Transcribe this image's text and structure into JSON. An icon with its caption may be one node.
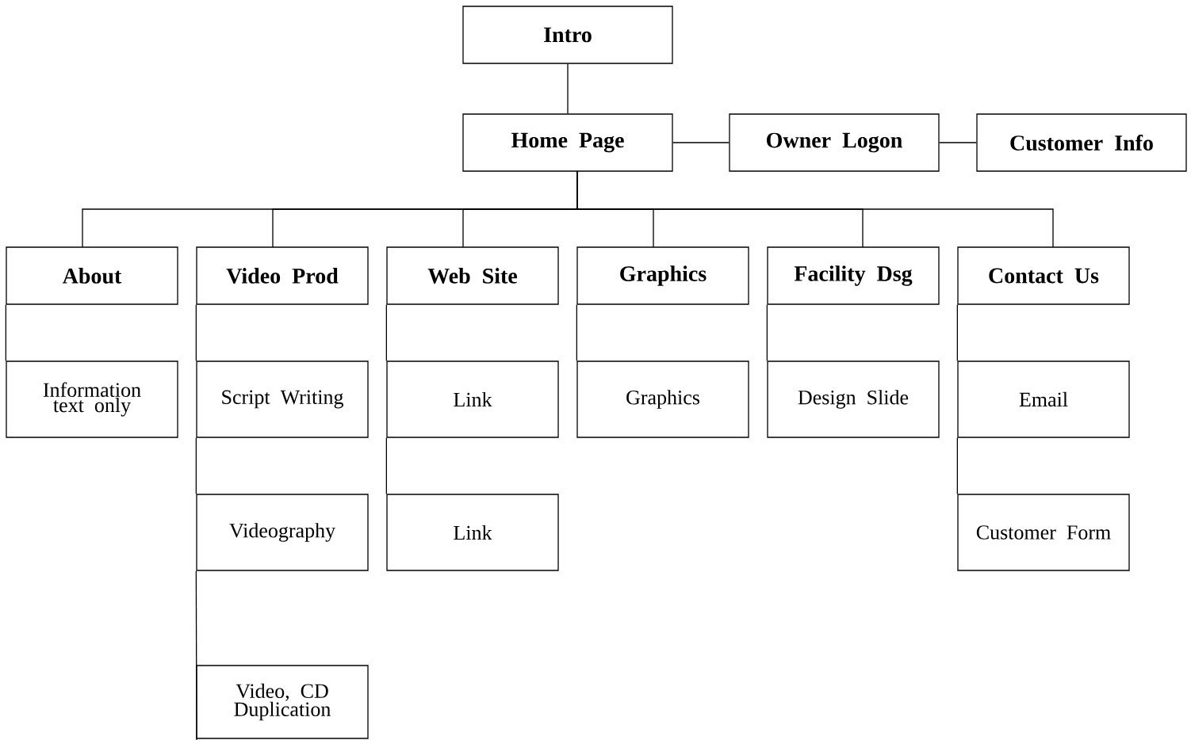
{
  "diagram": {
    "nodes": [
      {
        "text": [
          "Intro"
        ]
      },
      {
        "text": [
          "Home Page"
        ]
      },
      {
        "text": [
          "Owner Logon"
        ]
      },
      {
        "text": [
          "Customer Info"
        ]
      },
      {
        "text": [
          "About"
        ]
      },
      {
        "text": [
          "Video Prod"
        ]
      },
      {
        "text": [
          "Web Site"
        ]
      },
      {
        "text": [
          "Graphics"
        ]
      },
      {
        "text": [
          "Facility Dsg"
        ]
      },
      {
        "text": [
          "Contact Us"
        ]
      },
      {
        "text": [
          "Information text only"
        ]
      },
      {
        "text": [
          "Script Writing"
        ]
      },
      {
        "text": [
          "Link"
        ]
      },
      {
        "text": [
          "Graphics"
        ]
      },
      {
        "text": [
          "Design Slide"
        ]
      },
      {
        "text": [
          "Email"
        ]
      },
      {
        "text": [
          "Videography"
        ]
      },
      {
        "text": [
          "Link"
        ]
      },
      {
        "text": [
          "Customer Form"
        ]
      },
      {
        "text": [
          "Video, CD Duplication"
        ]
      }
    ],
    "edges": [
      {
        "from": 0,
        "to": 1,
        "arrow": "none"
      },
      {
        "from": 1,
        "to": 2,
        "arrow": "none"
      },
      {
        "from": 2,
        "to": 3,
        "arrow": "none"
      },
      {
        "from": 1,
        "to": 4,
        "arrow": "none"
      },
      {
        "from": 1,
        "to": 5,
        "arrow": "none"
      },
      {
        "from": 1,
        "to": 6,
        "arrow": "none"
      },
      {
        "from": 1,
        "to": 7,
        "arrow": "none"
      },
      {
        "from": 1,
        "to": 8,
        "arrow": "none"
      },
      {
        "from": 1,
        "to": 9,
        "arrow": "none"
      },
      {
        "from": 4,
        "to": 10,
        "arrow": "none"
      },
      {
        "from": 5,
        "to": 11,
        "arrow": "none"
      },
      {
        "from": 11,
        "to": 16,
        "arrow": "none"
      },
      {
        "from": 16,
        "to": 19,
        "arrow": "none"
      },
      {
        "from": 6,
        "to": 12,
        "arrow": "none"
      },
      {
        "from": 12,
        "to": 17,
        "arrow": "none"
      },
      {
        "from": 7,
        "to": 13,
        "arrow": "none"
      },
      {
        "from": 8,
        "to": 14,
        "arrow": "none"
      },
      {
        "from": 9,
        "to": 15,
        "arrow": "none"
      },
      {
        "from": 15,
        "to": 18,
        "arrow": "none"
      }
    ]
  }
}
